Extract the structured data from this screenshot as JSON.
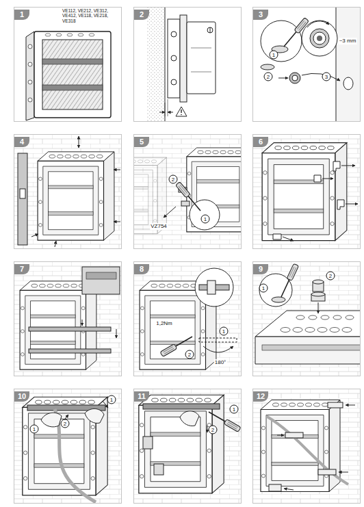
{
  "diagram": {
    "nodes": [
      {
        "text": [
          "1"
        ]
      },
      {
        "text": [
          "2"
        ]
      },
      {
        "text": [
          "3"
        ]
      },
      {
        "text": [
          "4"
        ]
      },
      {
        "text": [
          "5"
        ]
      },
      {
        "text": [
          "6"
        ]
      },
      {
        "text": [
          "7"
        ]
      },
      {
        "text": [
          "8"
        ]
      },
      {
        "text": [
          "9"
        ]
      },
      {
        "text": [
          "10"
        ]
      },
      {
        "text": [
          "11"
        ]
      },
      {
        "text": [
          "12"
        ]
      }
    ],
    "labels": [
      "VE112, VE212, VE312, VE412, VE118, VE218, VE318",
      "1",
      "2",
      "3",
      "~3 mm",
      "1",
      "2",
      "VZ754",
      "1,2Nm",
      "1",
      "2",
      "180°",
      "1",
      "2",
      "1",
      "2",
      "1",
      "1",
      "2"
    ]
  }
}
